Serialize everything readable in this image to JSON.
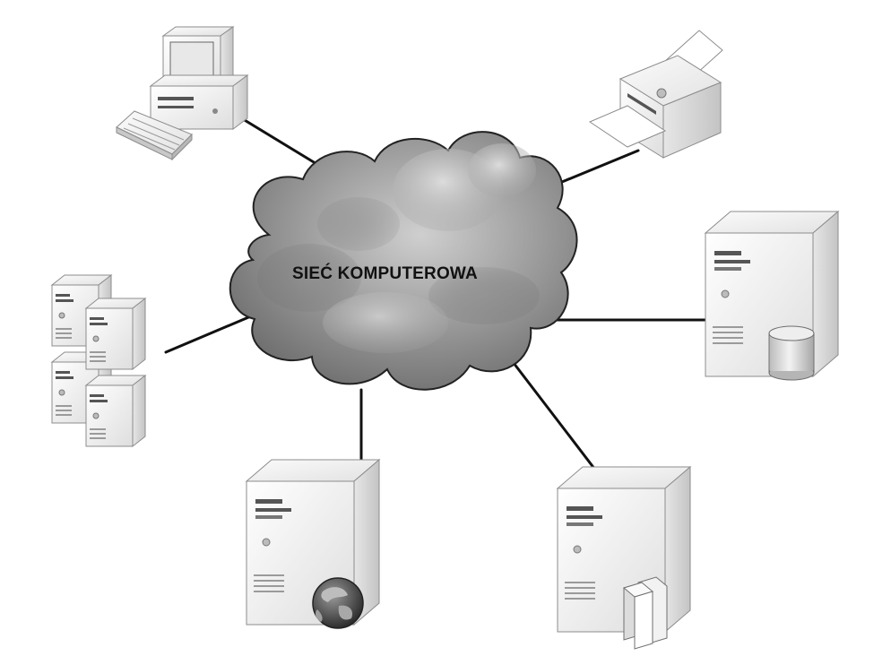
{
  "cloud": {
    "label": "SIEĆ KOMPUTEROWA"
  },
  "nodes": [
    {
      "id": "workstation",
      "icon": "desktop-computer-icon"
    },
    {
      "id": "printer",
      "icon": "printer-icon"
    },
    {
      "id": "server-cluster",
      "icon": "server-cluster-icon"
    },
    {
      "id": "database-server",
      "icon": "database-server-icon"
    },
    {
      "id": "web-server",
      "icon": "web-server-icon"
    },
    {
      "id": "file-server",
      "icon": "file-server-icon"
    }
  ],
  "colors": {
    "line": "#111111",
    "cloud_dark": "#6f6f6f",
    "cloud_light": "#d4d4d4",
    "device_light": "#f4f4f4",
    "device_mid": "#d9d9d9",
    "device_dark": "#b3b3b3"
  }
}
